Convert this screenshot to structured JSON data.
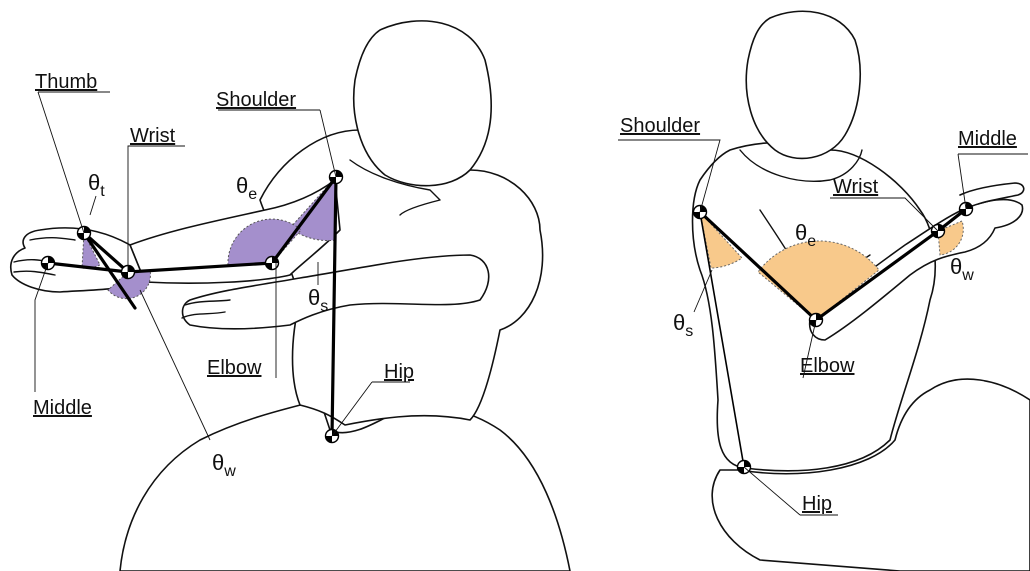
{
  "left_figure": {
    "labels": {
      "thumb": "Thumb",
      "wrist": "Wrist",
      "shoulder": "Shoulder",
      "elbow": "Elbow",
      "middle": "Middle",
      "hip": "Hip"
    },
    "angles": {
      "theta": "θ",
      "t": "t",
      "e": "e",
      "s": "s",
      "w": "w"
    },
    "angle_fill_color": "#a48fcc"
  },
  "right_figure": {
    "labels": {
      "shoulder": "Shoulder",
      "middle": "Middle",
      "wrist": "Wrist",
      "elbow": "Elbow",
      "hip": "Hip"
    },
    "angles": {
      "theta": "θ",
      "e": "e",
      "s": "s",
      "w": "w"
    },
    "angle_fill_color": "#f8c98b"
  }
}
